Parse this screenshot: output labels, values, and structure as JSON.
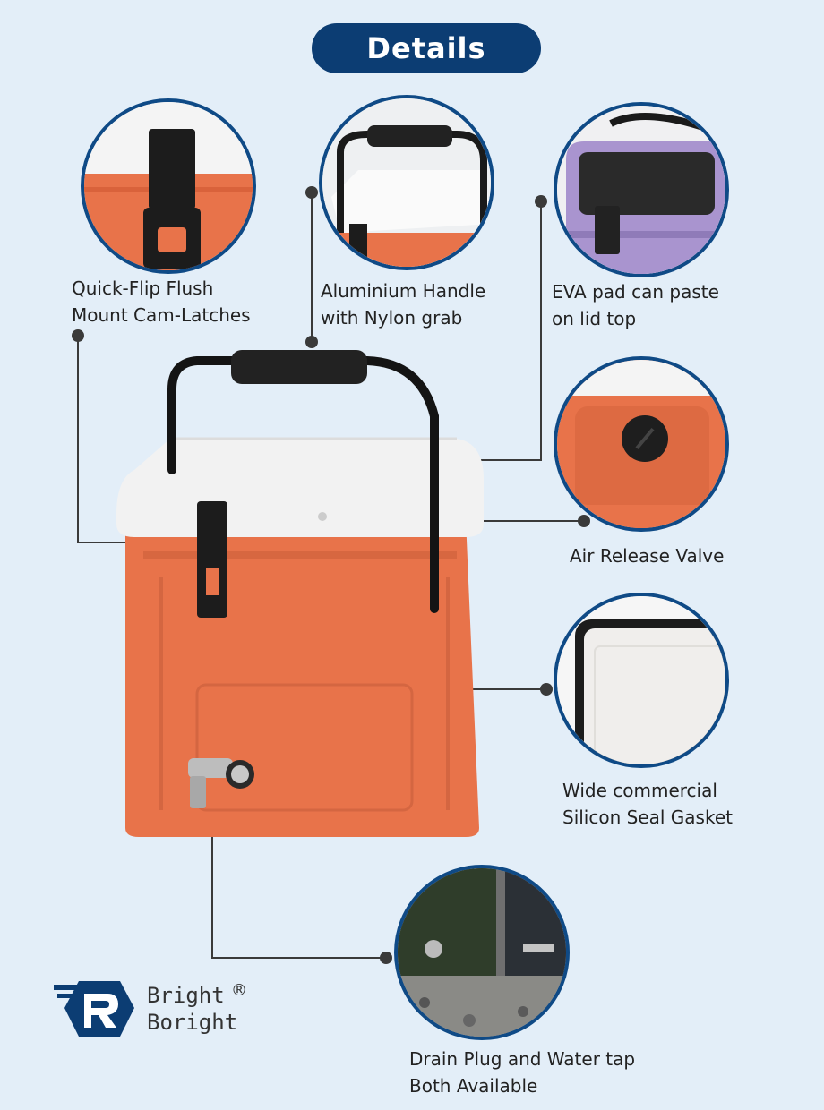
{
  "header": {
    "title": "Details"
  },
  "features": [
    {
      "id": "latches",
      "line1": "Quick-Flip Flush",
      "line2": "Mount Cam-Latches"
    },
    {
      "id": "handle",
      "line1": "Aluminium Handle",
      "line2": "with Nylon grab"
    },
    {
      "id": "eva",
      "line1": "EVA pad can paste",
      "line2": "on lid top"
    },
    {
      "id": "valve",
      "line1": "Air Release Valve"
    },
    {
      "id": "gasket",
      "line1": "Wide commercial",
      "line2": "Silicon Seal Gasket"
    },
    {
      "id": "drain",
      "line1": "Drain Plug and Water tap",
      "line2": "Both Available"
    }
  ],
  "brand": {
    "name_line1": "Bright",
    "name_line2": "Boright",
    "registered": "®"
  },
  "colors": {
    "background": "#e3eef8",
    "accent": "#0c3d73",
    "cooler_orange": "#e8734a",
    "lid_white": "#f1f1f1",
    "eva_purple": "#a994cf"
  }
}
